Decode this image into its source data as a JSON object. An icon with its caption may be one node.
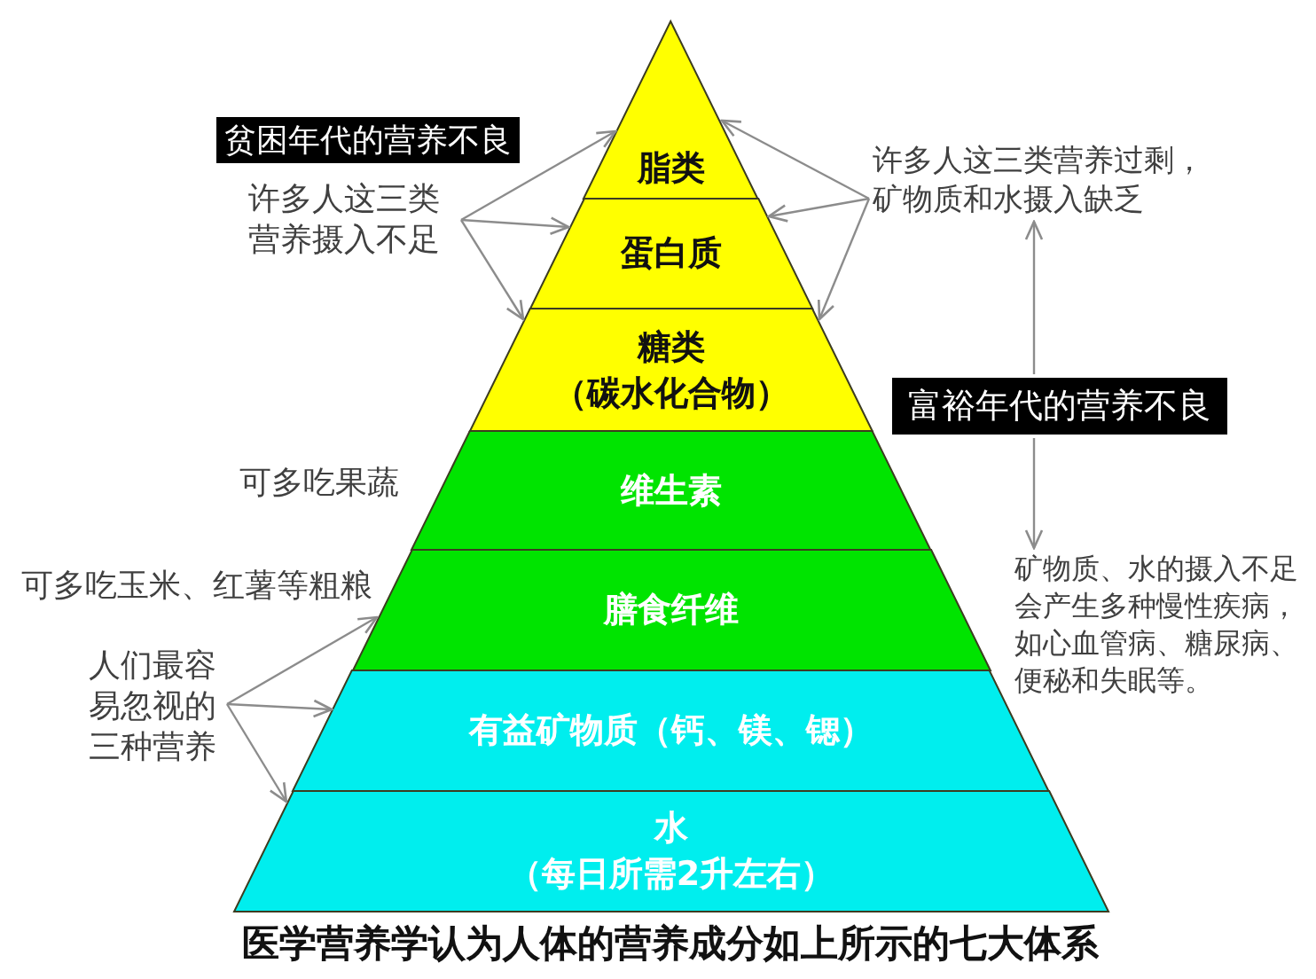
{
  "diagram": {
    "caption": "医学营养学认为人体的营养成分如上所示的七大体系",
    "nodes": [
      {
        "text": [
          "脂类"
        ]
      },
      {
        "text": [
          "蛋白质"
        ]
      },
      {
        "text": [
          "糖类",
          "（碳水化合物）"
        ]
      },
      {
        "text": [
          "维生素"
        ],
        "beside": [
          "可多吃果蔬"
        ]
      },
      {
        "text": [
          "膳食纤维"
        ],
        "beside": [
          "可多吃玉米、红薯等粗粮"
        ]
      },
      {
        "text": [
          "有益矿物质（钙、镁、锶）"
        ]
      },
      {
        "text": [
          "水",
          "（每日所需2升左右）"
        ]
      },
      {
        "text": [
          "贫困年代的营养不良"
        ]
      },
      {
        "text": [
          "许多人这三类营养摄入不足"
        ]
      },
      {
        "text": [
          "许多人这三类营养过剩，矿物质和水摄入缺乏"
        ]
      },
      {
        "text": [
          "富裕年代的营养不良"
        ]
      },
      {
        "text": [
          "矿物质、水的摄入不足会产生多种慢性疾病，如心血管病、糖尿病、便秘和失眠等。"
        ]
      },
      {
        "text": [
          "人们最容易忽视的三种营养"
        ]
      }
    ],
    "edges": [
      {
        "from": 8,
        "to": 0,
        "arrow": "to"
      },
      {
        "from": 8,
        "to": 1,
        "arrow": "to"
      },
      {
        "from": 8,
        "to": 2,
        "arrow": "to"
      },
      {
        "from": 9,
        "to": 0,
        "arrow": "to"
      },
      {
        "from": 9,
        "to": 1,
        "arrow": "to"
      },
      {
        "from": 9,
        "to": 2,
        "arrow": "to"
      },
      {
        "from": 10,
        "to": 9,
        "arrow": "to"
      },
      {
        "from": 10,
        "to": 11,
        "arrow": "to"
      },
      {
        "from": 12,
        "to": 4,
        "arrow": "to"
      },
      {
        "from": 12,
        "to": 5,
        "arrow": "to"
      },
      {
        "from": 12,
        "to": 6,
        "arrow": "to"
      }
    ]
  }
}
